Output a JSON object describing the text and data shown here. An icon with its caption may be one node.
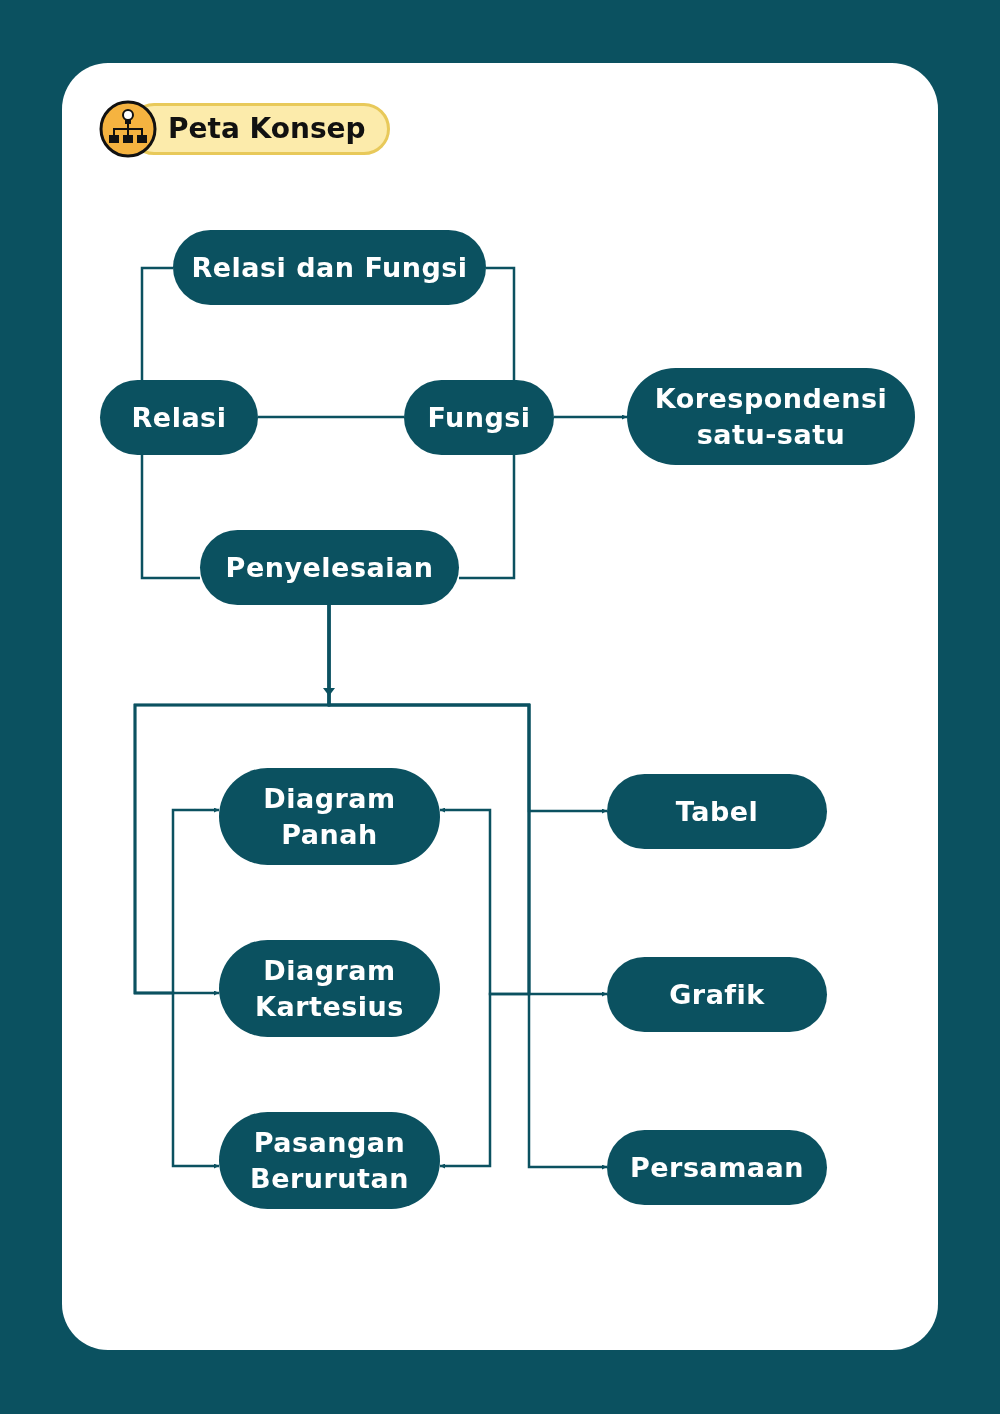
{
  "diagram": {
    "title": "Peta Konsep",
    "nodes": [
      {
        "text": [
          "Relasi dan Fungsi"
        ]
      },
      {
        "text": [
          "Relasi"
        ]
      },
      {
        "text": [
          "Fungsi"
        ]
      },
      {
        "text": [
          "Korespondensi satu-satu"
        ]
      },
      {
        "text": [
          "Penyelesaian"
        ]
      },
      {
        "text": [
          "Diagram Panah"
        ]
      },
      {
        "text": [
          "Diagram Kartesius"
        ]
      },
      {
        "text": [
          "Pasangan Berurutan"
        ]
      },
      {
        "text": [
          "Tabel"
        ]
      },
      {
        "text": [
          "Grafik"
        ]
      },
      {
        "text": [
          "Persamaan"
        ]
      }
    ],
    "edges": [
      {
        "from": 0,
        "to": 1,
        "arrow": "none"
      },
      {
        "from": 0,
        "to": 2,
        "arrow": "none"
      },
      {
        "from": 1,
        "to": 2,
        "arrow": "none"
      },
      {
        "from": 2,
        "to": 3,
        "arrow": "to"
      },
      {
        "from": 1,
        "to": 4,
        "arrow": "none"
      },
      {
        "from": 2,
        "to": 4,
        "arrow": "none"
      },
      {
        "from": 4,
        "to": 5,
        "arrow": "to"
      },
      {
        "from": 4,
        "to": 6,
        "arrow": "to"
      },
      {
        "from": 4,
        "to": 7,
        "arrow": "to"
      },
      {
        "from": 4,
        "to": 8,
        "arrow": "to"
      },
      {
        "from": 4,
        "to": 9,
        "arrow": "to"
      },
      {
        "from": 4,
        "to": 10,
        "arrow": "to"
      },
      {
        "from": 4,
        "to": 5,
        "arrow": "to"
      },
      {
        "from": 4,
        "to": 7,
        "arrow": "to"
      }
    ]
  }
}
